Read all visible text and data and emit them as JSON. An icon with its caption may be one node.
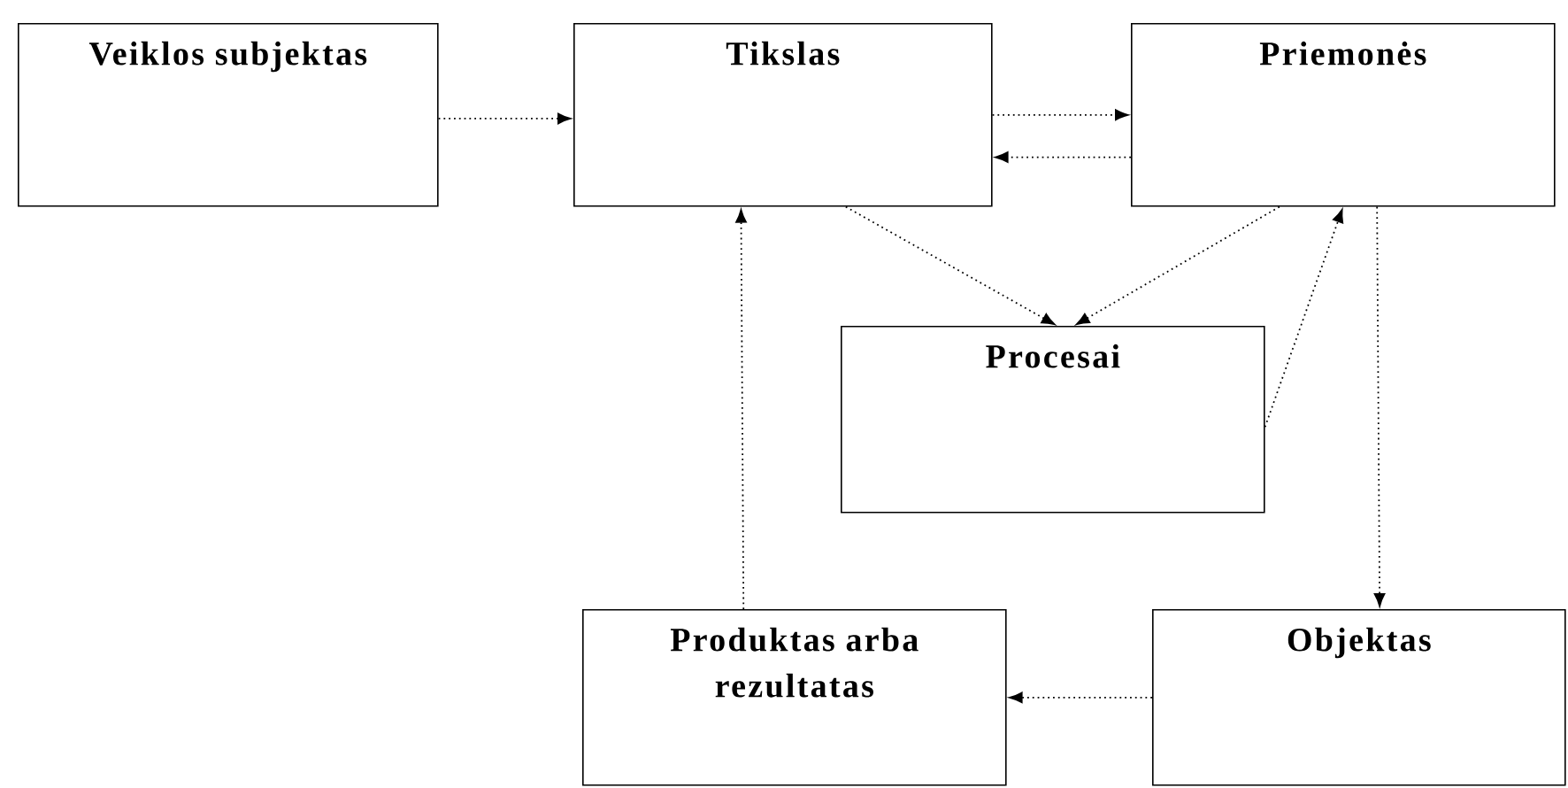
{
  "diagram": {
    "nodes": [
      {
        "text": [
          "Veiklos subjektas"
        ]
      },
      {
        "text": [
          "Tikslas"
        ]
      },
      {
        "text": [
          "Priemonės"
        ]
      },
      {
        "text": [
          "Procesai"
        ]
      },
      {
        "text": [
          "Produktas arba rezultatas"
        ]
      },
      {
        "text": [
          "Objektas"
        ]
      }
    ],
    "edges": [
      {
        "from": 0,
        "to": 1,
        "arrow": "to"
      },
      {
        "from": 1,
        "to": 2,
        "arrow": "to"
      },
      {
        "from": 2,
        "to": 1,
        "arrow": "to"
      },
      {
        "from": 1,
        "to": 3,
        "arrow": "to"
      },
      {
        "from": 2,
        "to": 3,
        "arrow": "to"
      },
      {
        "from": 3,
        "to": 2,
        "arrow": "to"
      },
      {
        "from": 2,
        "to": 5,
        "arrow": "to"
      },
      {
        "from": 5,
        "to": 4,
        "arrow": "to"
      },
      {
        "from": 4,
        "to": 1,
        "arrow": "to"
      }
    ]
  }
}
